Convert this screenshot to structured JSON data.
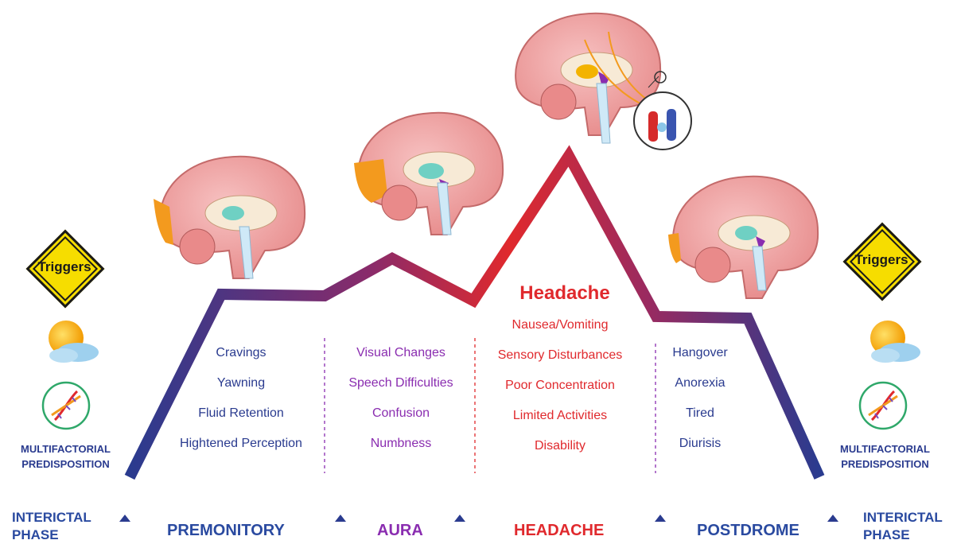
{
  "triggers_label": "Triggers",
  "predisposition": [
    "MULTIFACTORIAL",
    "PREDISPOSITION"
  ],
  "headache_title": "Headache",
  "columns": {
    "premonitory": [
      "Cravings",
      "Yawning",
      "Fluid Retention",
      "Hightened Perception"
    ],
    "aura": [
      "Visual Changes",
      "Speech Difficulties",
      "Confusion",
      "Numbness"
    ],
    "headache": [
      "Nausea/Vomiting",
      "Sensory Disturbances",
      "Poor Concentration",
      "Limited Activities",
      "Disability"
    ],
    "postdrome": [
      "Hangover",
      "Anorexia",
      "Tired",
      "Diurisis"
    ]
  },
  "phases": {
    "interictal_left": [
      "INTERICTAL",
      "PHASE"
    ],
    "premonitory": "PREMONITORY",
    "aura": "AURA",
    "headache": "HEADACHE",
    "postdrome": "POSTDROME",
    "interictal_right": [
      "INTERICTAL",
      "PHASE"
    ]
  },
  "colors": {
    "blue": "#2a3b8f",
    "purple": "#8a2db0",
    "red": "#e0292d",
    "trigger_yellow": "#f6dd00",
    "brain_pink": "#f2a8a8"
  },
  "icons": [
    "triggers-sign-icon",
    "sun-cloud-icon",
    "dna-icon",
    "brain-icon"
  ]
}
